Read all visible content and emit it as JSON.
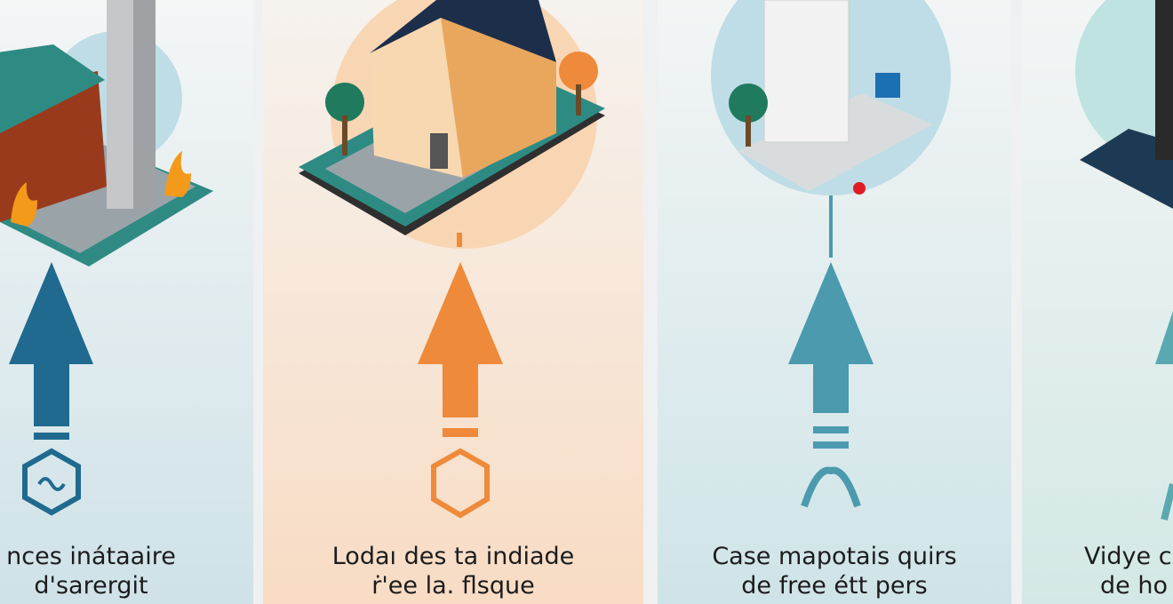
{
  "panels": [
    {
      "caption_line1": "nces inátaaire",
      "caption_line2": "d'sarergit",
      "arrow_color": "#1f6a8e",
      "icon": "hexagon-wave-icon"
    },
    {
      "caption_line1": "Lodaı des ta indiade",
      "caption_line2": "ṙ'ee la. flsque",
      "arrow_color": "#ee8a3a",
      "icon": "hexagon-arrow-icon"
    },
    {
      "caption_line1": "Case mapotais quirs",
      "caption_line2": "de free étt pers",
      "arrow_color": "#4b9aae",
      "icon": "wave-lines-icon"
    },
    {
      "caption_line1": "Vidye c",
      "caption_line2": "de ho",
      "arrow_color": "#5aa9b0",
      "icon": "wave-lines-icon"
    }
  ]
}
